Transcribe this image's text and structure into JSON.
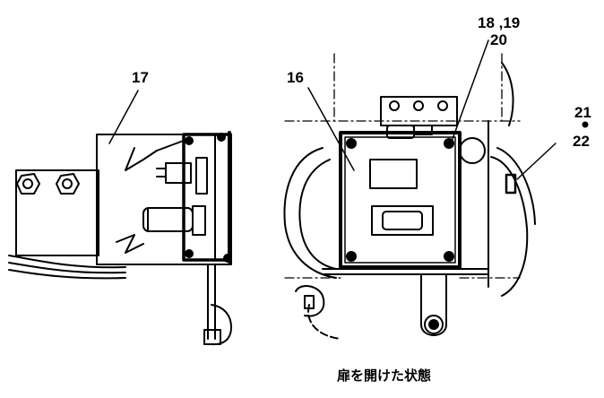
{
  "labels": {
    "l17": "17",
    "l16": "16",
    "l18_19": "18 ,19",
    "l20": "20",
    "l21": "21",
    "l22": "22"
  },
  "caption": "扉を開けた状態",
  "colors": {
    "ink": "#000000",
    "background": "#ffffff"
  }
}
